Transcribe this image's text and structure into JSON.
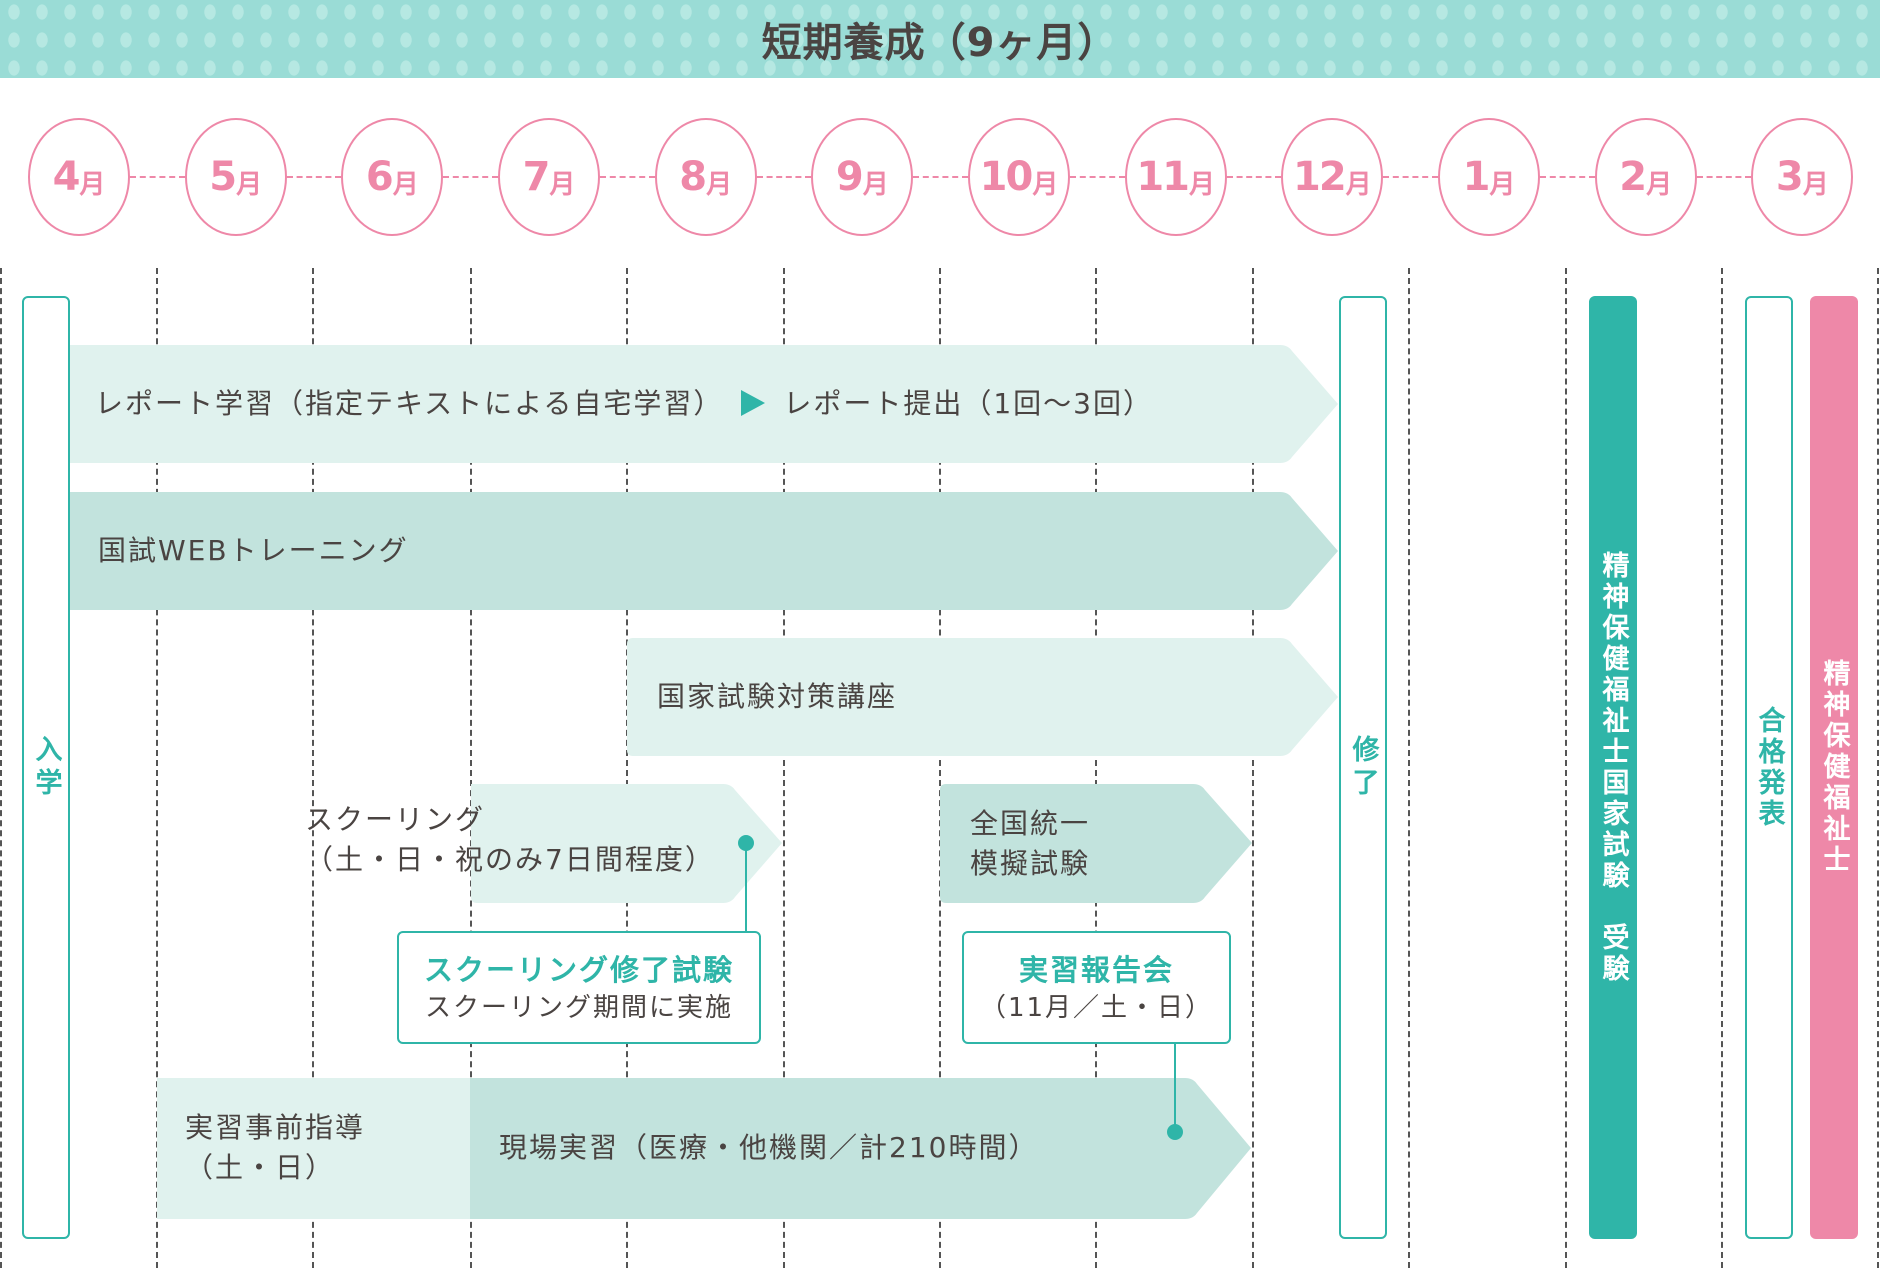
{
  "header": {
    "title": "短期養成（9ヶ月）"
  },
  "months": [
    {
      "num": "4",
      "unit": "月"
    },
    {
      "num": "5",
      "unit": "月"
    },
    {
      "num": "6",
      "unit": "月"
    },
    {
      "num": "7",
      "unit": "月"
    },
    {
      "num": "8",
      "unit": "月"
    },
    {
      "num": "9",
      "unit": "月"
    },
    {
      "num": "10",
      "unit": "月"
    },
    {
      "num": "11",
      "unit": "月"
    },
    {
      "num": "12",
      "unit": "月"
    },
    {
      "num": "1",
      "unit": "月"
    },
    {
      "num": "2",
      "unit": "月"
    },
    {
      "num": "3",
      "unit": "月"
    }
  ],
  "milestones": {
    "enrollment": "入学",
    "completion": "修了",
    "national_exam": "精神保健福祉士国家試験　受験",
    "results": "合格発表",
    "qualification": "精神保健福祉士"
  },
  "activities": {
    "report_study": "レポート学習（指定テキストによる自宅学習）",
    "report_submit": "レポート提出（1回〜3回）",
    "web_training": "国試WEBトレーニング",
    "exam_prep": "国家試験対策講座",
    "schooling_line1": "スクーリング",
    "schooling_line2": "（土・日・祝のみ7日間程度）",
    "mock_exam_line1": "全国統一",
    "mock_exam_line2": "模擬試験",
    "pre_guidance_line1": "実習事前指導",
    "pre_guidance_line2": "（土・日）",
    "field_practice": "現場実習（医療・他機関／計210時間）"
  },
  "callouts": {
    "schooling_exam_title": "スクーリング修了試験",
    "schooling_exam_sub": "スクーリング期間に実施",
    "report_meeting_title": "実習報告会",
    "report_meeting_sub": "（11月／土・日）"
  },
  "colors": {
    "teal": "#2fb5a8",
    "pink": "#ee88a8",
    "light_bar": "#e0f2ee",
    "dark_bar": "#c2e3dd",
    "header_bg": "#9adcd6",
    "text": "#4a4442"
  }
}
